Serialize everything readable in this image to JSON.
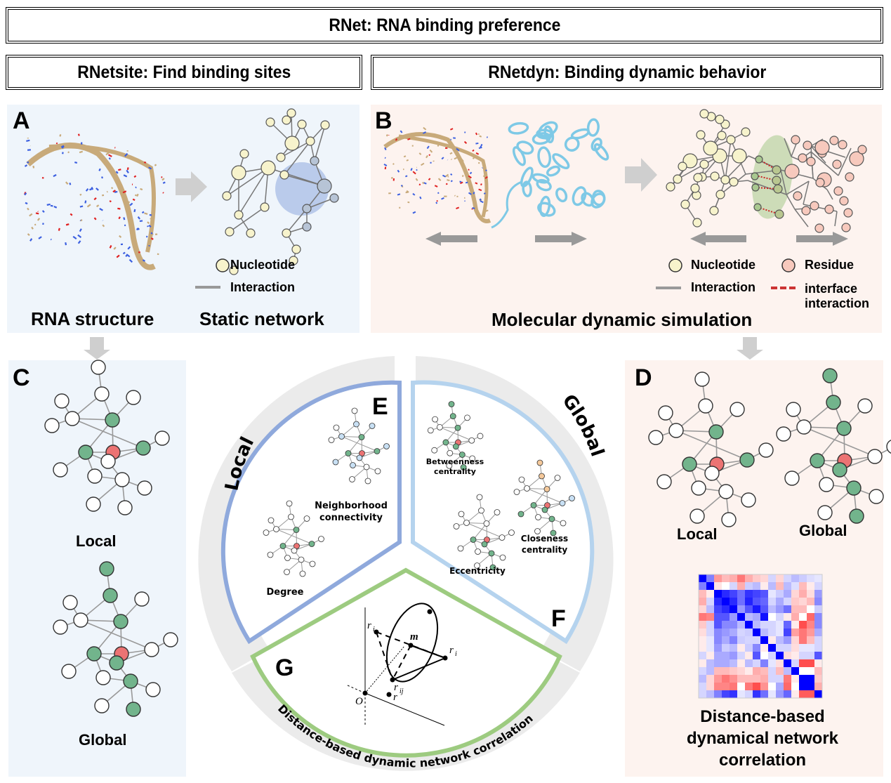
{
  "header": {
    "main_title": "RNet: RNA binding preference",
    "left_title": "RNetsite: Find binding sites",
    "right_title": "RNetdyn: Binding dynamic behavior"
  },
  "panel_a": {
    "label": "A",
    "caption_left": "RNA structure",
    "caption_right": "Static network",
    "legend": {
      "node": "Nucleotide",
      "edge": "Interaction"
    },
    "colors": {
      "nucleotide": "#f7f3cc",
      "highlight": "#7b98d6"
    }
  },
  "panel_b": {
    "label": "B",
    "caption": "Molecular dynamic simulation",
    "legend": {
      "node1": "Nucleotide",
      "node2": "Residue",
      "edge1": "Interaction",
      "edge2_line1": "interface",
      "edge2_line2": "interaction"
    },
    "colors": {
      "nucleotide": "#f7f3cc",
      "residue": "#f7c9bd",
      "interface": "#a5c98a",
      "interface_edge": "#cc2222"
    }
  },
  "panel_c": {
    "label": "C",
    "local_caption": "Local",
    "global_caption": "Global"
  },
  "panel_d": {
    "label": "D",
    "local_caption": "Local",
    "global_caption": "Global",
    "matrix_caption_line1": "Distance-based",
    "matrix_caption_line2": "dynamical network",
    "matrix_caption_line3": "correlation",
    "colors": {
      "positive": "#0000ff",
      "negative": "#ff3333",
      "neutral": "#ffffff"
    }
  },
  "wheel": {
    "local_label": "Local",
    "global_label": "Global",
    "bottom_label": "Distance-based dynamic network correlation",
    "e_label": "E",
    "f_label": "F",
    "g_label": "G",
    "e_items": [
      "Neighborhood",
      "connectivity",
      "Degree"
    ],
    "f_items": [
      "Betweenness",
      "centrality",
      "Eccentricity",
      "Closeness",
      "centrality"
    ],
    "g_symbols": {
      "ri_left": "r",
      "ri_sub_left": "i",
      "ri_right": "r",
      "ri_sub_right": "i",
      "m": "m",
      "rij": "r",
      "rij_sub": "ij",
      "r": "r",
      "o": "O"
    },
    "colors": {
      "local_border": "#8fa9dc",
      "global_border": "#b5d3ee",
      "g_border": "#9dcb80",
      "ring": "#ebebeb"
    }
  },
  "graph_colors": {
    "center": "#ec7373",
    "selected": "#72b48c",
    "plain": "#ffffff",
    "neighbor": "#c8e0f4",
    "closeness": "#f5c99b"
  },
  "matrix": [
    [
      3,
      1.5,
      -1.5,
      -1,
      -1.2,
      -2,
      -1.2,
      -0.8,
      -0.6,
      0.5,
      -0.6,
      0.5,
      0.8,
      0.6,
      0.4,
      0.3
    ],
    [
      1.5,
      3,
      -0.4,
      0,
      0.5,
      -1.2,
      0.6,
      0.8,
      -0.3,
      0.8,
      -1,
      0.8,
      0.4,
      -1,
      -0.3,
      0.5
    ],
    [
      -1,
      -0.3,
      3,
      2.5,
      2.2,
      1.7,
      2.4,
      2.2,
      2,
      0.3,
      0.6,
      1,
      -0.6,
      -1.2,
      -0.5,
      1.2
    ],
    [
      -1.2,
      0.5,
      2.5,
      3,
      2.5,
      1.7,
      2.6,
      2,
      1.8,
      0.5,
      1,
      0.5,
      -0.8,
      -0.6,
      -1,
      1.4
    ],
    [
      -0.6,
      0.8,
      2.2,
      2.5,
      3,
      1.2,
      2,
      2.7,
      2,
      0.8,
      1.2,
      1.7,
      -1,
      -1,
      0,
      0.6
    ],
    [
      -2,
      -1.8,
      2,
      2,
      1.2,
      3,
      0.8,
      1,
      2.8,
      0,
      0.5,
      -0.3,
      -1.2,
      0,
      -2.2,
      1.4
    ],
    [
      -0.8,
      0.5,
      2,
      1.4,
      1.4,
      0.8,
      3,
      0.8,
      0.5,
      0.5,
      0.3,
      1.8,
      -0.3,
      -2.6,
      -1.8,
      1.4
    ],
    [
      -0.5,
      0.5,
      1.4,
      1.2,
      1,
      0.5,
      0.6,
      3,
      0.8,
      0.5,
      0.3,
      2.2,
      -1.4,
      -2,
      -1.5,
      1
    ],
    [
      -0.3,
      0.3,
      1.4,
      1,
      1.5,
      0.6,
      0.5,
      0.5,
      3,
      -0.3,
      0.8,
      1.2,
      -0.6,
      -2,
      -1,
      0.5
    ],
    [
      -0.3,
      0.3,
      1.2,
      0.6,
      0.8,
      -0.3,
      0.6,
      1.4,
      -0.3,
      3,
      0.5,
      0.5,
      -0.5,
      0.3,
      0.3,
      0.5
    ],
    [
      0.5,
      -0.3,
      1,
      1,
      1.2,
      0.5,
      -0.3,
      2,
      0,
      0.5,
      3,
      -0.5,
      -0.3,
      0.5,
      0.5,
      2
    ],
    [
      -0.3,
      0.8,
      1,
      1,
      0.8,
      -0.3,
      0.8,
      0.5,
      1.5,
      0.3,
      -0.5,
      3,
      0.5,
      -2.6,
      -2.6,
      -0.3
    ],
    [
      0.5,
      0.8,
      -1,
      -1,
      -0.8,
      -0.6,
      -0.3,
      -1.2,
      -1,
      0.5,
      -1,
      0.8,
      3,
      0,
      0,
      -1
    ],
    [
      0.8,
      -0.6,
      -1.5,
      -2,
      -1.6,
      -1,
      -1,
      -1,
      -1.2,
      0.5,
      0.5,
      -2,
      -0.3,
      3,
      3,
      -0.8
    ],
    [
      0.5,
      -0.6,
      -1.8,
      -1.8,
      -2,
      0,
      -2,
      -2.6,
      -1.6,
      0,
      1,
      -2.2,
      0,
      3,
      3,
      -1.2
    ],
    [
      0.5,
      0.8,
      1.5,
      2.2,
      2.4,
      0.3,
      0.5,
      2.4,
      1.7,
      0.3,
      1.2,
      1.8,
      -0.3,
      -2.4,
      -2.4,
      3
    ]
  ]
}
